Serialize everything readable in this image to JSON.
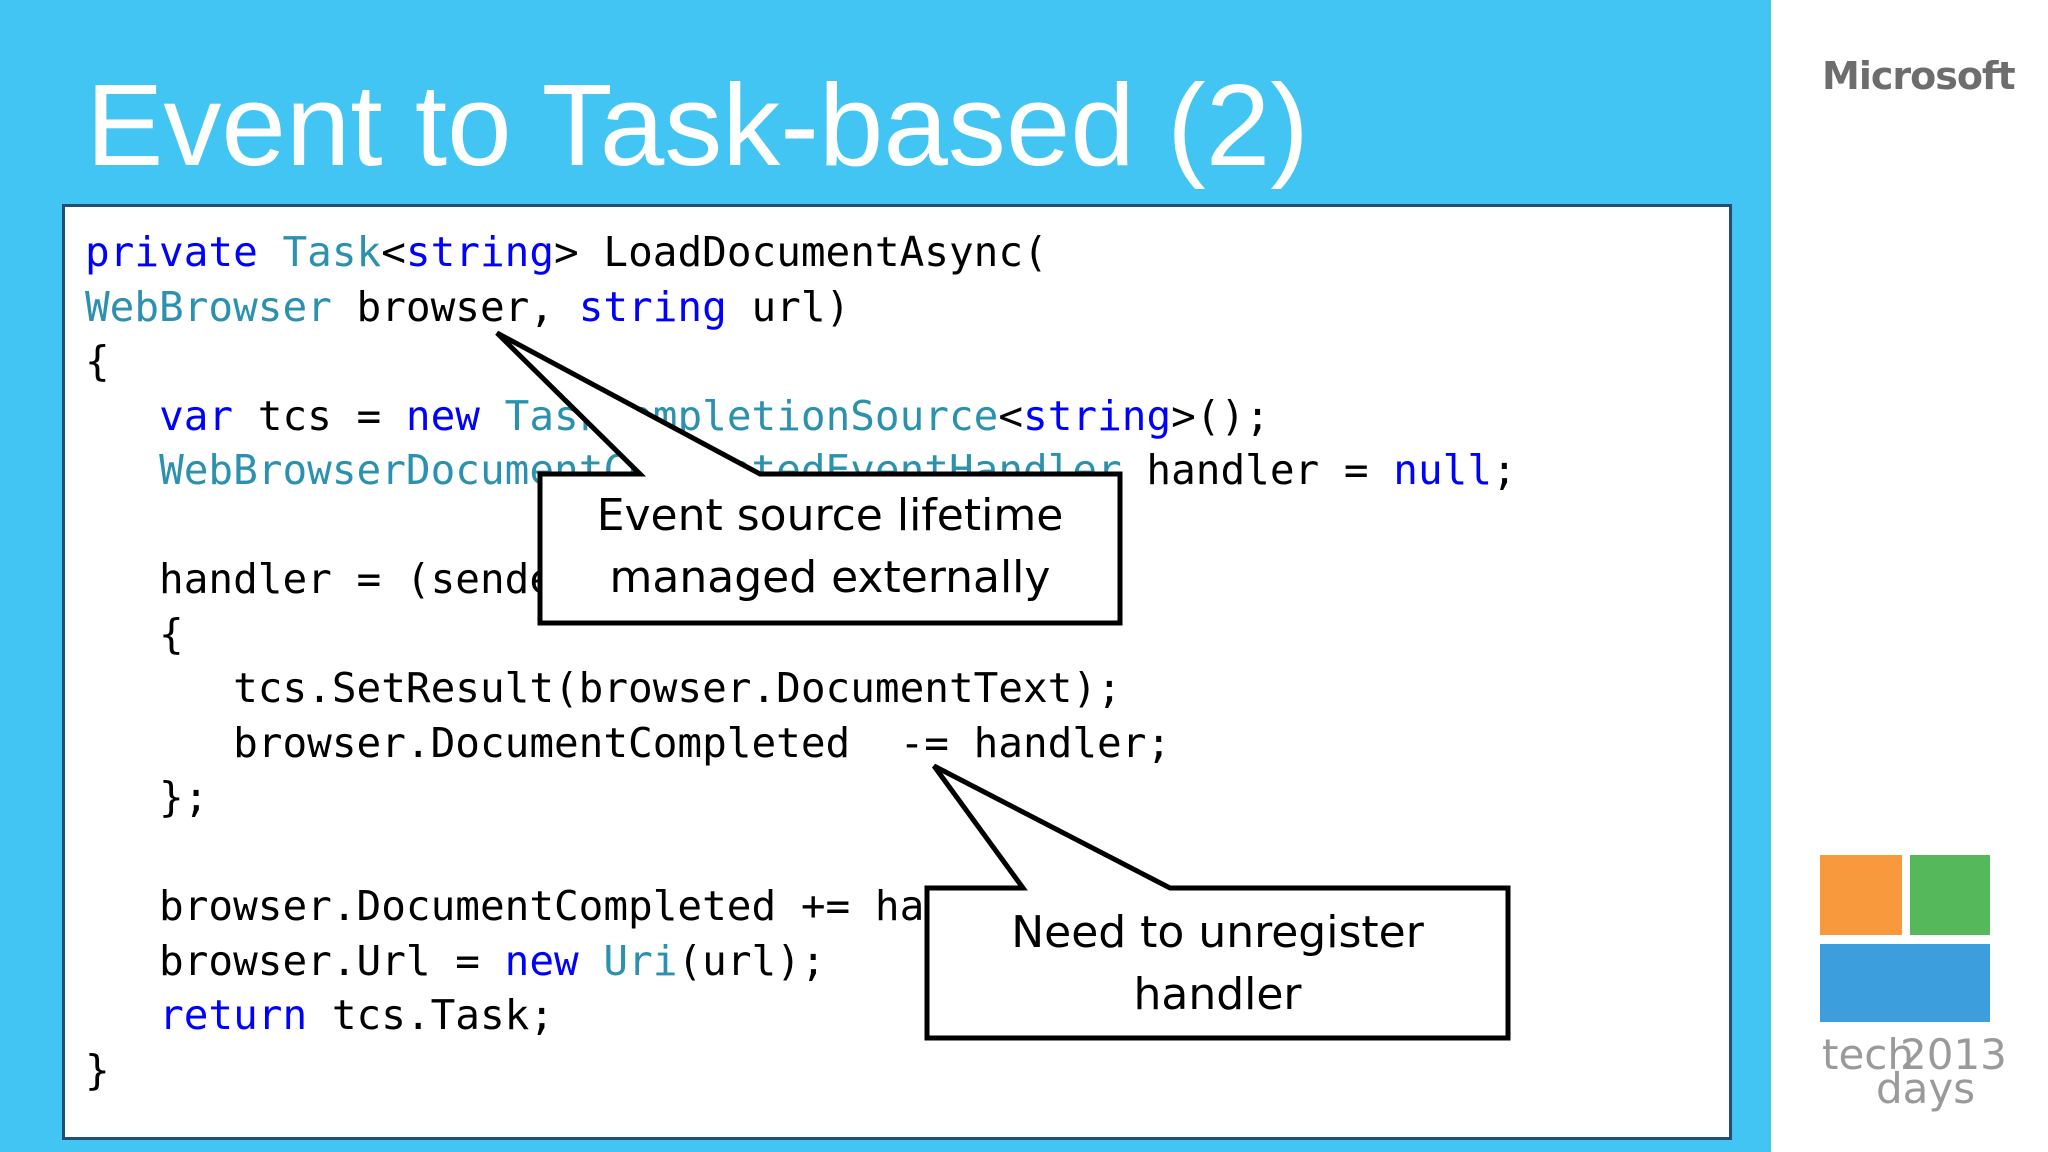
{
  "slide": {
    "title": "Event to Task-based (2)",
    "background_color": "#42c5f2"
  },
  "code": {
    "lines": [
      [
        {
          "t": "private ",
          "c": "kw"
        },
        {
          "t": "Task",
          "c": "type"
        },
        {
          "t": "<"
        },
        {
          "t": "string",
          "c": "kw"
        },
        {
          "t": "> LoadDocumentAsync("
        }
      ],
      [
        {
          "t": "WebBrowser",
          "c": "type"
        },
        {
          "t": " browser, "
        },
        {
          "t": "string",
          "c": "kw"
        },
        {
          "t": " url)"
        }
      ],
      [
        {
          "t": "{"
        }
      ],
      [
        {
          "t": "   "
        },
        {
          "t": "var",
          "c": "kw"
        },
        {
          "t": " tcs = "
        },
        {
          "t": "new",
          "c": "kw"
        },
        {
          "t": " "
        },
        {
          "t": "TaskCompletionSource",
          "c": "type"
        },
        {
          "t": "<"
        },
        {
          "t": "string",
          "c": "kw"
        },
        {
          "t": ">();"
        }
      ],
      [
        {
          "t": "   "
        },
        {
          "t": "WebBrowserDocumentCompletedEventHandler",
          "c": "type"
        },
        {
          "t": " handler = "
        },
        {
          "t": "null",
          "c": "kw"
        },
        {
          "t": ";"
        }
      ],
      [
        {
          "t": ""
        }
      ],
      [
        {
          "t": "   handler = (sender, args) =>"
        }
      ],
      [
        {
          "t": "   {"
        }
      ],
      [
        {
          "t": "      tcs.SetResult(browser.DocumentText);"
        }
      ],
      [
        {
          "t": "      browser.DocumentCompleted  -= handler;"
        }
      ],
      [
        {
          "t": "   };"
        }
      ],
      [
        {
          "t": ""
        }
      ],
      [
        {
          "t": "   browser.DocumentCompleted += handler;"
        }
      ],
      [
        {
          "t": "   browser.Url = "
        },
        {
          "t": "new",
          "c": "kw"
        },
        {
          "t": " "
        },
        {
          "t": "Uri",
          "c": "type"
        },
        {
          "t": "(url);"
        }
      ],
      [
        {
          "t": "   "
        },
        {
          "t": "return",
          "c": "kw"
        },
        {
          "t": " tcs.Task;"
        }
      ],
      [
        {
          "t": "}"
        }
      ]
    ],
    "colors": {
      "keyword": "#0000ff",
      "type": "#2b91af",
      "text": "#000000"
    }
  },
  "callouts": [
    {
      "name": "event-source-lifetime",
      "text": "Event source lifetime managed externally"
    },
    {
      "name": "unregister-handler",
      "text": "Need to unregister handler"
    }
  ],
  "sidebar": {
    "brand": "Microsoft",
    "event_logo": {
      "word1": "tech",
      "year": "2013",
      "word2": "days"
    },
    "tile_colors": [
      "#f7993c",
      "#55b95b",
      "#3d9ede"
    ]
  }
}
